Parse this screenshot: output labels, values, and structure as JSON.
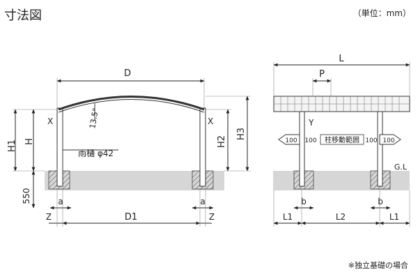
{
  "title": "寸法図",
  "unit": "（単位：mm）",
  "note": "※独立基礎の場合",
  "front_view": {
    "dims": {
      "D": "D",
      "H": "H",
      "H1": "H1",
      "H2": "H2",
      "H3": "H3",
      "X_left": "X",
      "X_right": "X",
      "angle": "13.5°",
      "gutter": "雨樋 φ42",
      "depth": "550",
      "a_left": "a",
      "a_right": "a",
      "Z_left": "Z",
      "Z_right": "Z",
      "D1": "D1"
    }
  },
  "side_view": {
    "dims": {
      "L": "L",
      "P": "P",
      "Y": "Y",
      "range_label": "柱移動範囲",
      "offset_1": "100",
      "offset_2": "100",
      "offset_3": "100",
      "offset_4": "100",
      "ground": "G.L",
      "b_left": "b",
      "b_right": "b",
      "L1_left": "L1",
      "L2": "L2",
      "L1_right": "L1"
    }
  }
}
